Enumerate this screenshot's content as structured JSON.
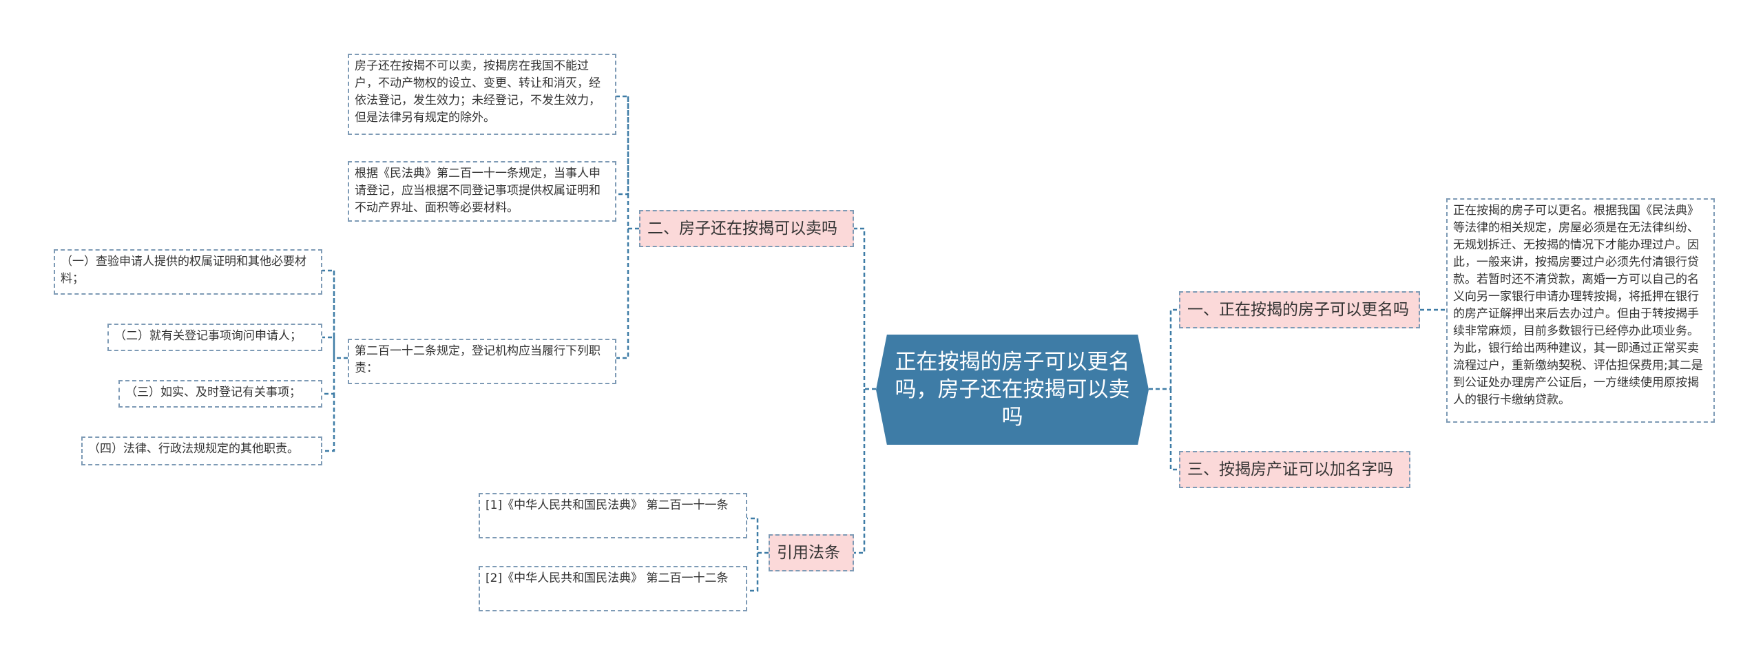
{
  "root": {
    "title": "正在按揭的房子可以更名吗，房子还在按揭可以卖吗"
  },
  "branches": {
    "b1": {
      "label": "一、正在按揭的房子可以更名吗"
    },
    "b2": {
      "label": "二、房子还在按揭可以卖吗"
    },
    "b3": {
      "label": "三、按揭房产证可以加名字吗"
    },
    "b4": {
      "label": "引用法条"
    }
  },
  "leaves": {
    "b1_detail": "正在按揭的房子可以更名。根据我国《民法典》等法律的相关规定，房屋必须是在无法律纠纷、无规划拆迁、无按揭的情况下才能办理过户。因此，一般来讲，按揭房要过户必须先付清银行贷款。若暂时还不清贷款，离婚一方可以自己的名义向另一家银行申请办理转按揭，将抵押在银行的房产证解押出来后去办过户。但由于转按揭手续非常麻烦，目前多数银行已经停办此项业务。为此，银行给出两种建议，其一即通过正常买卖流程过户，重新缴纳契税、评估担保费用;其二是到公证处办理房产公证后，一方继续使用原按揭人的银行卡缴纳贷款。",
    "b2_l1": "房子还在按揭不可以卖，按揭房在我国不能过户，不动产物权的设立、变更、转让和消灭，经依法登记，发生效力；未经登记，不发生效力，但是法律另有规定的除外。",
    "b2_l2": "根据《民法典》第二百一十一条规定，当事人申请登记，应当根据不同登记事项提供权属证明和不动产界址、面积等必要材料。",
    "b2_l3": "第二百一十二条规定，登记机构应当履行下列职责：",
    "b2_l3_s1": "（一）查验申请人提供的权属证明和其他必要材料；",
    "b2_l3_s2": "（二）就有关登记事项询问申请人；",
    "b2_l3_s3": "（三）如实、及时登记有关事项；",
    "b2_l3_s4": "（四）法律、行政法规规定的其他职责。",
    "b4_l1": "[1]《中华人民共和国民法典》 第二百一十一条",
    "b4_l2": "[2]《中华人民共和国民法典》 第二百一十二条"
  },
  "colors": {
    "root_fill": "#3e7ca6",
    "branch_fill": "#fbd9d9",
    "border": "#7d9ab5",
    "line": "#3e7ca6"
  }
}
